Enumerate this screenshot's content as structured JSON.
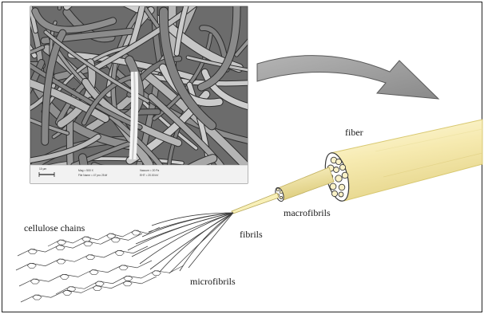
{
  "labels": {
    "fiber": "fiber",
    "macrofibrils": "macrofibrils",
    "fibrils": "fibrils",
    "microfibrils": "microfibrils",
    "cellulose_chains": "cellulose chains"
  },
  "micrograph": {
    "scale_bar": "10 µm",
    "info_line_1a": "Mag = 500 X",
    "info_line_1b": "Vacuum = 20 Pa",
    "info_line_2": "File Name = 47 pro 25.tif",
    "info_line_3": "EHT = 20.00 kV"
  },
  "colors": {
    "fiber_body": "#f8f0b8",
    "fiber_edge": "#d8c870",
    "arrow": "#9a9a9a",
    "arrow_edge": "#5a5a5a",
    "fibril": "#3a3a3a",
    "sem_bg": "#6c6c6c"
  },
  "icons": {
    "curved_arrow": "curved-arrow-icon"
  }
}
